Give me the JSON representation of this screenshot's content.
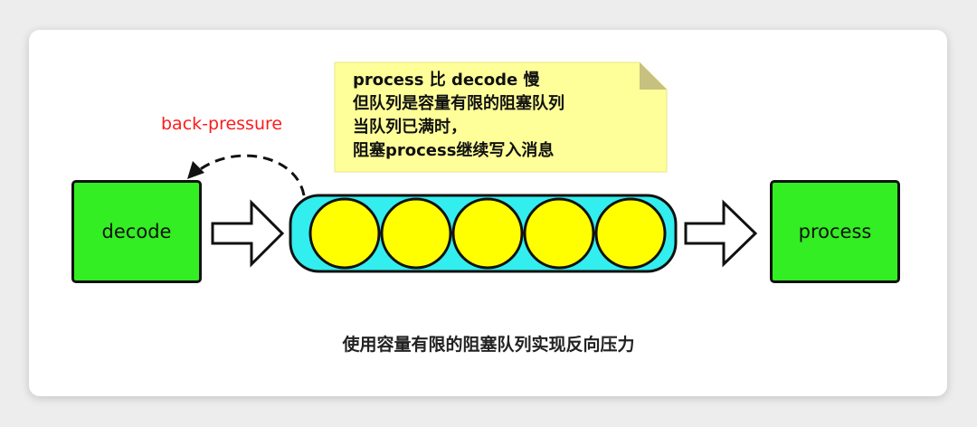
{
  "diagram": {
    "producer_label": "decode",
    "consumer_label": "process",
    "back_pressure_label": "back-pressure",
    "note_lines": [
      "process 比 decode 慢",
      "但队列是容量有限的阻塞队列",
      "当队列已满时，",
      "阻塞process继续写入消息"
    ],
    "caption": "使用容量有限的阻塞队列实现反向压力",
    "queue_capacity": 5,
    "colors": {
      "box_fill": "#33ee22",
      "queue_fill": "#33eeee",
      "item_fill": "#ffff00",
      "note_fill": "#ffff99",
      "back_pressure_text": "#ff1a1a"
    }
  }
}
